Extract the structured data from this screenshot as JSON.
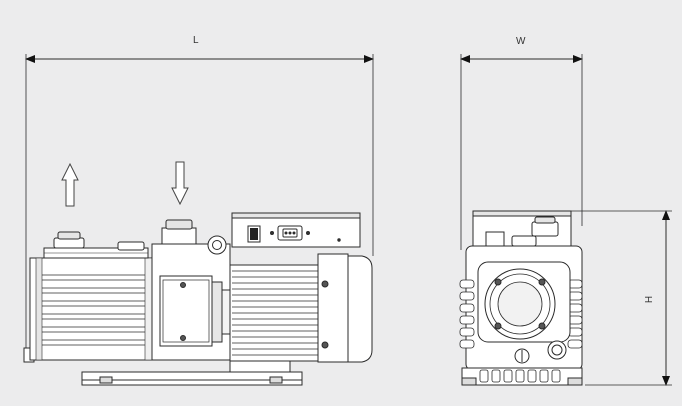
{
  "dimensions": {
    "length_label": "L",
    "width_label": "W",
    "height_label": "H"
  },
  "colors": {
    "background": "#ececed",
    "line": "#2b2b2b",
    "body_fill": "#ffffff",
    "shade_fill": "#d8d8d8"
  }
}
